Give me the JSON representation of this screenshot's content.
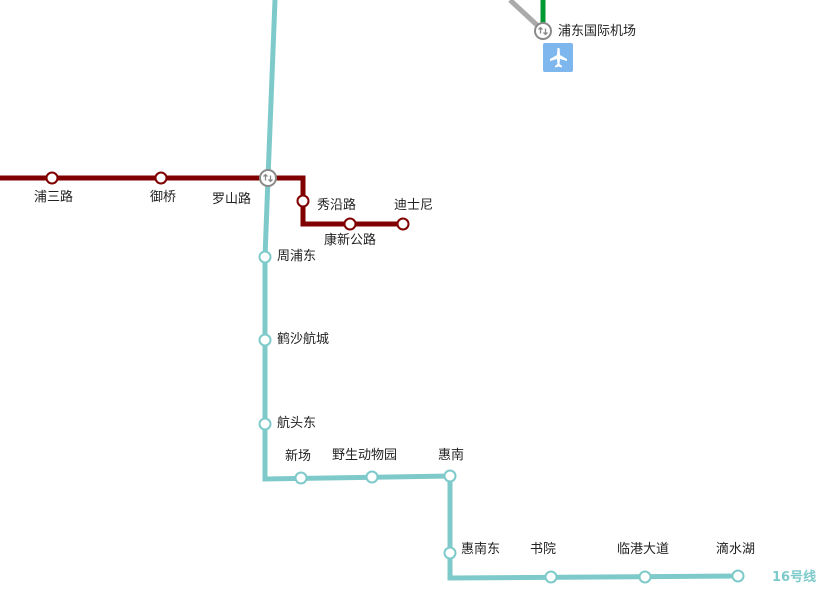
{
  "lines": {
    "line16": {
      "label": "16号线",
      "color": "#7ECACA"
    },
    "line11": {
      "color": "#800000"
    },
    "line2": {
      "color": "#009A33"
    },
    "maglev": {
      "color": "#AAAAAA"
    }
  },
  "stations": {
    "pudong_airport": "浦东国际机场",
    "pusan_rd": "浦三路",
    "yuqiao": "御桥",
    "luoshan_rd": "罗山路",
    "xiuyan_rd": "秀沿路",
    "kangxin_rd": "康新公路",
    "disney": "迪士尼",
    "zhoupu_east": "周浦东",
    "heshahangcheng": "鹤沙航城",
    "hangtou_east": "航头东",
    "xinchang": "新场",
    "wildlife_park": "野生动物园",
    "huinan": "惠南",
    "huinan_east": "惠南东",
    "shuyuan": "书院",
    "lingang_avenue": "临港大道",
    "dishui_lake": "滴水湖"
  },
  "icons": {
    "airport": "airplane-icon",
    "interchange": "interchange-icon"
  },
  "colors": {
    "airport_badge": "#7EB6EE",
    "station_fill": "#ffffff",
    "interchange_stroke": "#8a8a8a"
  }
}
